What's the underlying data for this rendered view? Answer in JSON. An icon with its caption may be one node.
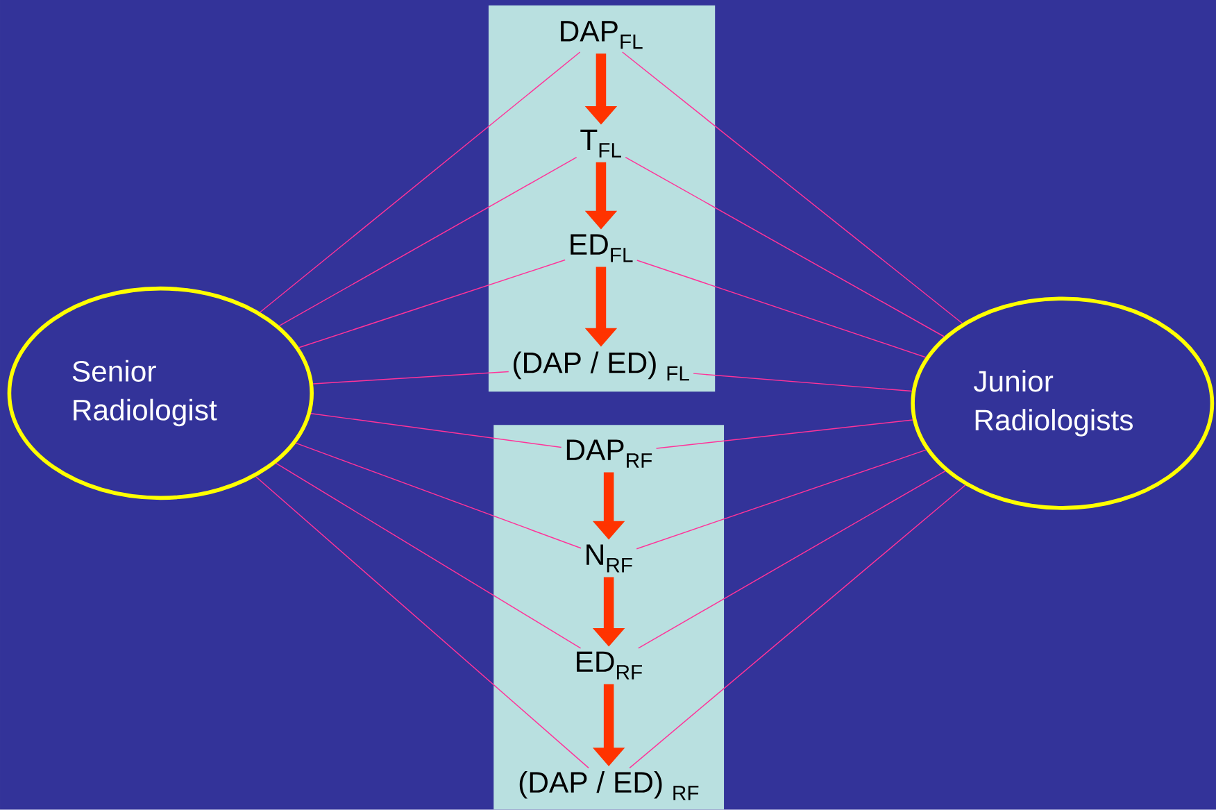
{
  "diagram": {
    "nodes": [
      {
        "text": [
          "Senior Radiologist"
        ]
      },
      {
        "text": [],
        "shape": "box"
      },
      {
        "text": [
          "DAP$_{FL}$"
        ],
        "in": 1
      },
      {
        "text": [
          "T$_{FL}$"
        ],
        "in": 1
      },
      {
        "text": [
          "ED$_{FL}$"
        ],
        "in": 1
      },
      {
        "text": [
          "(DAP / ED) $_{FL}$"
        ],
        "in": 1
      },
      {
        "text": [],
        "shape": "box"
      },
      {
        "text": [
          "DAP$_{RF}$"
        ],
        "in": 6
      },
      {
        "text": [
          "N$_{RF}$"
        ],
        "in": 6
      },
      {
        "text": [
          "ED$_{RF}$"
        ],
        "in": 6
      },
      {
        "text": [
          "(DAP / ED) $_{RF}$"
        ],
        "in": 6
      },
      {
        "text": [
          "Junior Radiologists"
        ]
      }
    ],
    "edges": [
      {
        "from": 2,
        "to": 3,
        "arrow": "to",
        "style": "thick",
        "color": "#ff3300"
      },
      {
        "from": 3,
        "to": 4,
        "arrow": "to",
        "style": "thick",
        "color": "#ff3300"
      },
      {
        "from": 4,
        "to": 5,
        "arrow": "to",
        "style": "thick",
        "color": "#ff3300"
      },
      {
        "from": 7,
        "to": 8,
        "arrow": "to",
        "style": "thick",
        "color": "#ff3300"
      },
      {
        "from": 8,
        "to": 9,
        "arrow": "to",
        "style": "thick",
        "color": "#ff3300"
      },
      {
        "from": 9,
        "to": 10,
        "arrow": "to",
        "style": "thick",
        "color": "#ff3300"
      },
      {
        "from": 0,
        "to": 2,
        "arrow": "none"
      },
      {
        "from": 0,
        "to": 3,
        "arrow": "none"
      },
      {
        "from": 0,
        "to": 4,
        "arrow": "none"
      },
      {
        "from": 0,
        "to": 5,
        "arrow": "none"
      },
      {
        "from": 0,
        "to": 7,
        "arrow": "none"
      },
      {
        "from": 0,
        "to": 8,
        "arrow": "none"
      },
      {
        "from": 0,
        "to": 9,
        "arrow": "none"
      },
      {
        "from": 0,
        "to": 10,
        "arrow": "none"
      },
      {
        "from": 11,
        "to": 2,
        "arrow": "none"
      },
      {
        "from": 11,
        "to": 3,
        "arrow": "none"
      },
      {
        "from": 11,
        "to": 4,
        "arrow": "none"
      },
      {
        "from": 11,
        "to": 5,
        "arrow": "none"
      },
      {
        "from": 11,
        "to": 7,
        "arrow": "none"
      },
      {
        "from": 11,
        "to": 8,
        "arrow": "none"
      },
      {
        "from": 11,
        "to": 9,
        "arrow": "none"
      },
      {
        "from": 11,
        "to": 10,
        "arrow": "none"
      }
    ]
  }
}
